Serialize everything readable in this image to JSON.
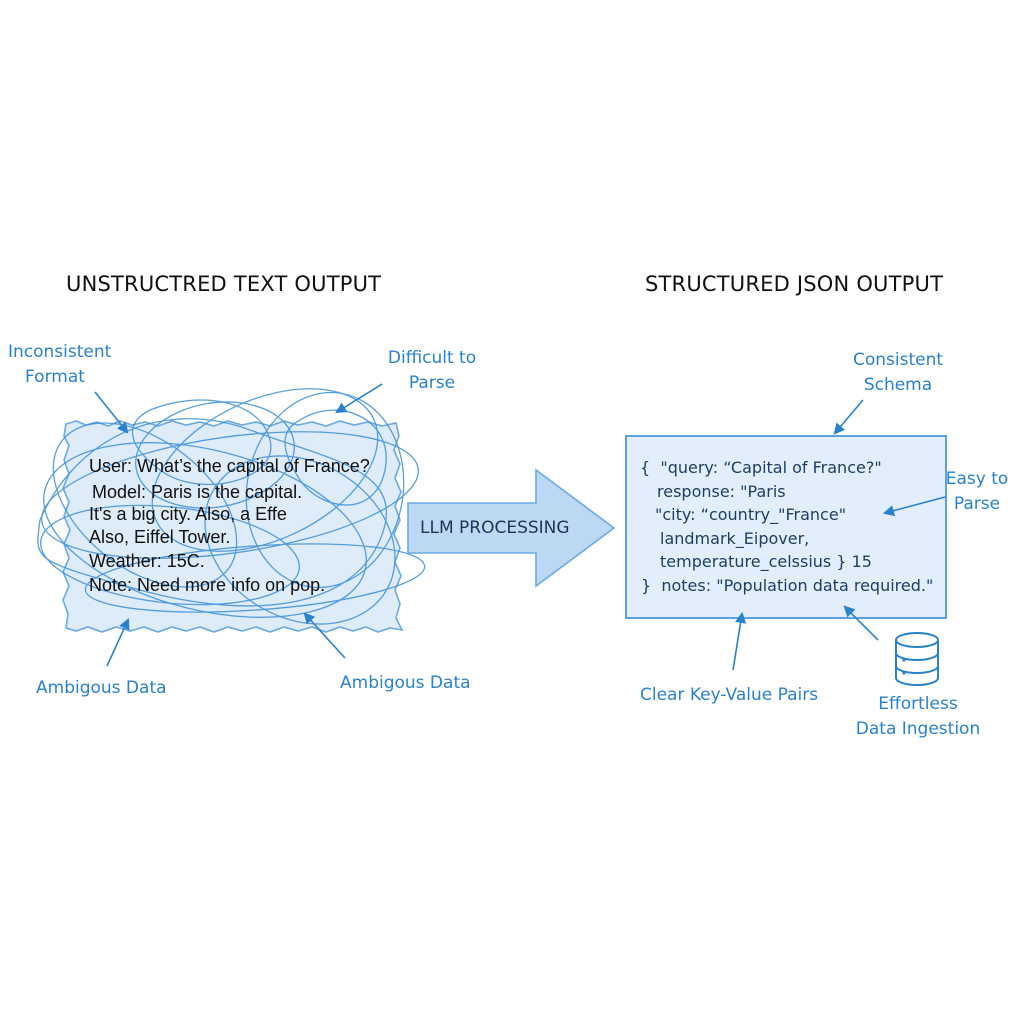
{
  "headings": {
    "left": "UNSTRUCTRED TEXT OUTPUT",
    "right": "STRUCTURED JSON OUTPUT"
  },
  "left_annotations": {
    "inconsistent": [
      "Inconsistent",
      "Format"
    ],
    "difficult": [
      "Difficult to",
      "Parse"
    ],
    "ambiguous_left": "Ambigous Data",
    "ambiguous_right": "Ambigous Data"
  },
  "unstructured_text": [
    "User: What’s the capital of France?",
    "Model: Paris is the capital.",
    "It's a big city. Also, a Effe",
    "Also, Eiffel Tower.",
    "Weather: 15C.",
    "Note: Need more info on pop."
  ],
  "arrow": {
    "label": "LLM PROCESSING"
  },
  "json_lines": [
    "{  \"query: “Capital of France?\"",
    "response: \"Paris",
    "\"city: “country_\"France\"",
    "landmark_Eipover,",
    "temperature_celssius } 15",
    "}  notes: \"Population data required.\""
  ],
  "right_annotations": {
    "consistent": [
      "Consistent",
      "Schema"
    ],
    "easy": [
      "Easy to",
      "Parse"
    ],
    "clear": "Clear Key-Value Pairs",
    "effortless": [
      "Effortless",
      "Data Ingestion"
    ]
  },
  "icons": {
    "database": "database-icon"
  },
  "colors": {
    "accent": "#2b82cc",
    "box_fill": "#e2eefb",
    "box_border": "#5aa2e0",
    "arrow_fill": "#bcd8f3"
  }
}
